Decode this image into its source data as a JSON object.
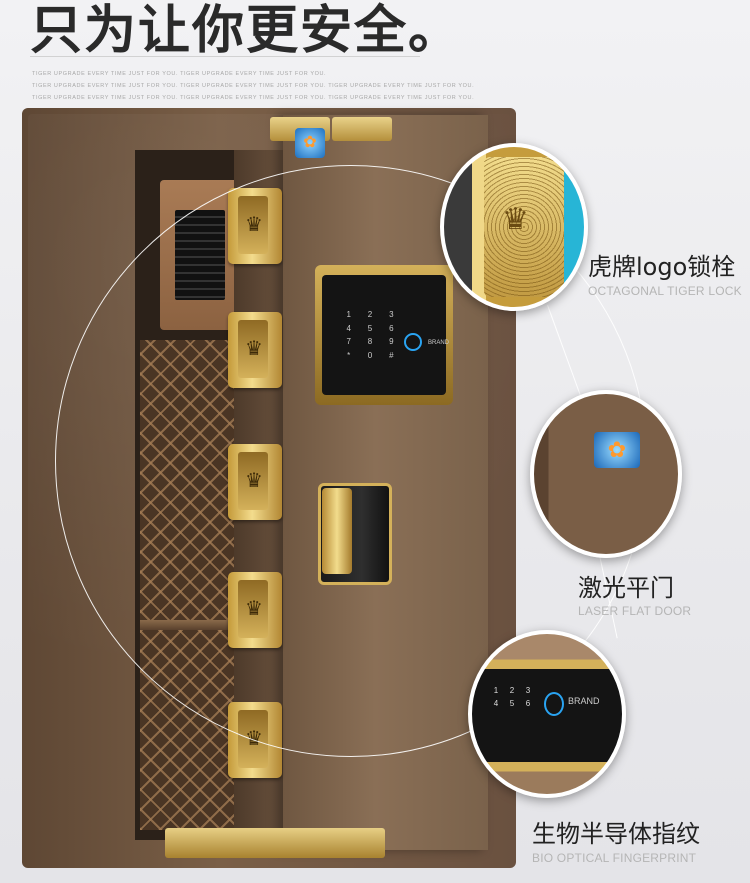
{
  "header": {
    "headline": "只为让你更安全。",
    "fine_print": [
      "TIGER UPGRADE EVERY TIME JUST FOR YOU. TIGER UPGRADE EVERY TIME JUST FOR YOU.",
      "TIGER UPGRADE EVERY TIME JUST FOR YOU. TIGER UPGRADE EVERY TIME JUST FOR YOU. TIGER UPGRADE EVERY TIME JUST FOR YOU.",
      "TIGER UPGRADE EVERY TIME JUST FOR YOU. TIGER UPGRADE EVERY TIME JUST FOR YOU. TIGER UPGRADE EVERY TIME JUST FOR YOU."
    ]
  },
  "keypad": {
    "keys": [
      "1",
      "2",
      "3",
      "4",
      "5",
      "6",
      "7",
      "8",
      "9",
      "*",
      "0",
      "#"
    ],
    "brand": "BRAND"
  },
  "features": [
    {
      "title": "虎牌logo锁栓",
      "subtitle": "OCTAGONAL TIGER LOCK"
    },
    {
      "title": "激光平门",
      "subtitle": "LASER FLAT DOOR"
    },
    {
      "title": "生物半导体指纹",
      "subtitle": "BIO OPTICAL FINGERPRINT"
    }
  ],
  "colors": {
    "safe_brown": "#7a5f47",
    "gold": "#d4b15a",
    "fingerprint_blue": "#2aa4f2",
    "title_text": "#222222",
    "subtitle_text": "#b5b5b5"
  }
}
